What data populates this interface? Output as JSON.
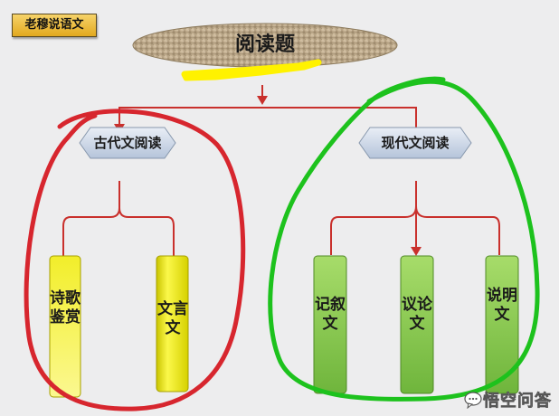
{
  "brand": {
    "label": "老穆说语文"
  },
  "root": {
    "label": "阅读题"
  },
  "branches": [
    {
      "label": "古代文阅读",
      "children": [
        {
          "label": "诗歌鉴赏"
        },
        {
          "label": "文言文"
        }
      ]
    },
    {
      "label": "现代文阅读",
      "children": [
        {
          "label": "记叙文"
        },
        {
          "label": "议论文"
        },
        {
          "label": "说明文"
        }
      ]
    }
  ],
  "watermark": {
    "text": "悟空问答",
    "icon": "speech-bubble-icon"
  },
  "colors": {
    "connector": "#c9302c",
    "highlight": "#fff200",
    "ancient_circle": "#d7262e",
    "modern_circle": "#1dc21d",
    "ancient_pillar": "#f4f000",
    "modern_pillar": "#8ed24e"
  }
}
